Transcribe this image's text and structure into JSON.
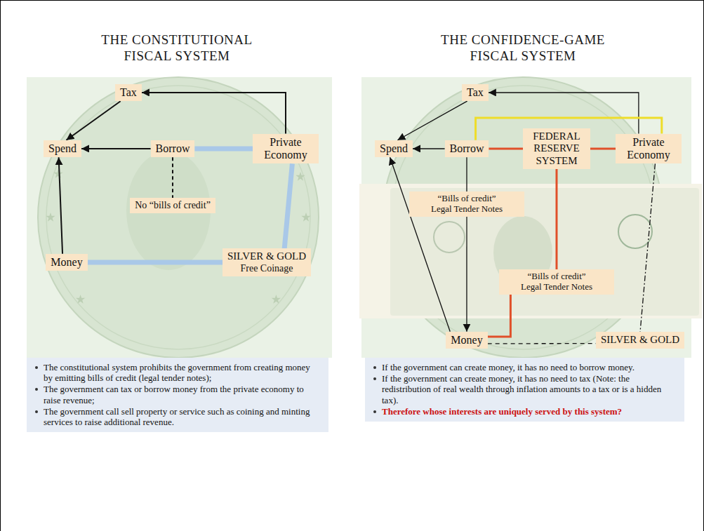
{
  "diagram": {
    "nodes": [
      {
        "text": [
          "Tax"
        ]
      },
      {
        "text": [
          "Spend"
        ]
      },
      {
        "text": [
          "Borrow"
        ]
      },
      {
        "text": [
          "Private Economy"
        ]
      },
      {
        "text": [
          "No “bills of credit”"
        ]
      },
      {
        "text": [
          "Money"
        ]
      },
      {
        "text": [
          "SILVER & GOLD",
          "Free Coinage"
        ]
      },
      {
        "text": [
          "Tax"
        ]
      },
      {
        "text": [
          "Spend"
        ]
      },
      {
        "text": [
          "Borrow"
        ]
      },
      {
        "text": [
          "FEDERAL RESERVE SYSTEM"
        ]
      },
      {
        "text": [
          "Private Economy"
        ]
      },
      {
        "text": [
          "“Bills of credit” Legal Tender Notes"
        ]
      },
      {
        "text": [
          "“Bills of credit” Legal Tender Notes"
        ]
      },
      {
        "text": [
          "Money"
        ]
      },
      {
        "text": [
          "SILVER & GOLD"
        ]
      },
      {
        "text": [
          "The constitutional system prohibits the government from creating money by emitting bills of credit (legal tender notes);",
          "The government can tax or borrow money from the private economy to raise revenue;",
          "The government call sell property or service such as coining and minting services to raise additional revenue."
        ]
      },
      {
        "text": [
          "If the government can create money, it has no need to borrow money.",
          "If the government can create money, it has no need to tax (Note: the redistribution of real wealth through inflation amounts to a tax or is a hidden tax).",
          "Therefore whose interests are uniquely served by this system?"
        ]
      }
    ],
    "edges": [
      {
        "from": 3,
        "to": 0,
        "arrow": "to"
      },
      {
        "from": 0,
        "to": 1,
        "arrow": "to"
      },
      {
        "from": 2,
        "to": 1,
        "arrow": "to"
      },
      {
        "from": 5,
        "to": 1,
        "arrow": "to"
      },
      {
        "from": 2,
        "to": 3,
        "arrow": "none"
      },
      {
        "from": 2,
        "to": 4,
        "arrow": "none"
      },
      {
        "from": 3,
        "to": 6,
        "arrow": "none"
      },
      {
        "from": 5,
        "to": 6,
        "arrow": "none"
      },
      {
        "from": 11,
        "to": 7,
        "arrow": "to"
      },
      {
        "from": 7,
        "to": 8,
        "arrow": "to"
      },
      {
        "from": 9,
        "to": 8,
        "arrow": "to"
      },
      {
        "from": 14,
        "to": 8,
        "arrow": "to"
      },
      {
        "from": 9,
        "to": 12,
        "arrow": "none"
      },
      {
        "from": 12,
        "to": 14,
        "arrow": "to"
      },
      {
        "from": 9,
        "to": 11,
        "arrow": "none"
      },
      {
        "from": 9,
        "to": 10,
        "arrow": "none"
      },
      {
        "from": 10,
        "to": 11,
        "arrow": "none"
      },
      {
        "from": 10,
        "to": 13,
        "arrow": "none"
      },
      {
        "from": 13,
        "to": 14,
        "arrow": "none"
      },
      {
        "from": 14,
        "to": 15,
        "arrow": "none"
      },
      {
        "from": 11,
        "to": 15,
        "arrow": "none"
      }
    ],
    "labels": [
      "THE CONSTITUTIONAL FISCAL SYSTEM",
      "THE CONFIDENCE-GAME FISCAL SYSTEM"
    ]
  }
}
